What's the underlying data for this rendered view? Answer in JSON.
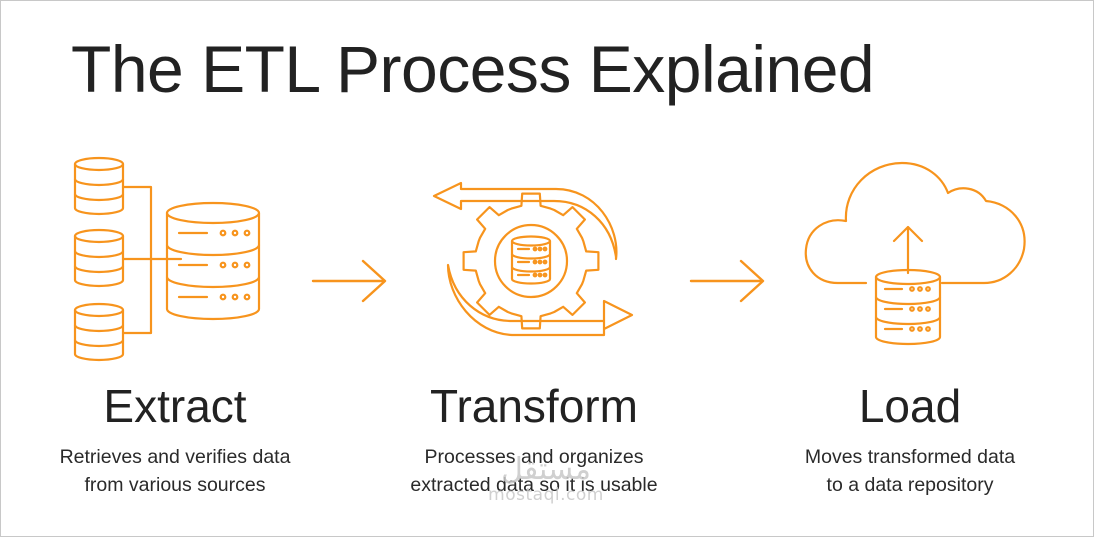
{
  "title": "The ETL Process Explained",
  "accent_color": "#F7941D",
  "steps": [
    {
      "name": "Extract",
      "line1": "Retrieves and verifies data",
      "line2": "from various sources",
      "icon": "database-cluster-icon"
    },
    {
      "name": "Transform",
      "line1": "Processes and organizes",
      "line2": "extracted data so it is usable",
      "icon": "gear-cycle-icon"
    },
    {
      "name": "Load",
      "line1": "Moves transformed data",
      "line2": "to a data repository",
      "icon": "cloud-upload-icon"
    }
  ],
  "watermark": {
    "arabic": "مستقل",
    "latin": "mostaql.com"
  }
}
